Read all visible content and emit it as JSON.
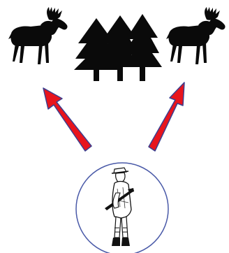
{
  "diagram": {
    "nodes": [
      {
        "id": "moose-left",
        "icon": "moose-icon"
      },
      {
        "id": "forest",
        "icon": "pine-trees-icon"
      },
      {
        "id": "moose-right",
        "icon": "moose-icon"
      },
      {
        "id": "hunter",
        "icon": "hunter-icon"
      }
    ],
    "edges": [
      {
        "from": "hunter",
        "to": "moose-left",
        "style": "red-arrow"
      },
      {
        "from": "hunter",
        "to": "moose-right",
        "style": "red-arrow"
      }
    ],
    "colors": {
      "silhouette": "#0a0a0a",
      "arrow_fill": "#e8141c",
      "arrow_outline": "#3b3f8f",
      "circle_stroke": "#4a5aa8"
    }
  }
}
